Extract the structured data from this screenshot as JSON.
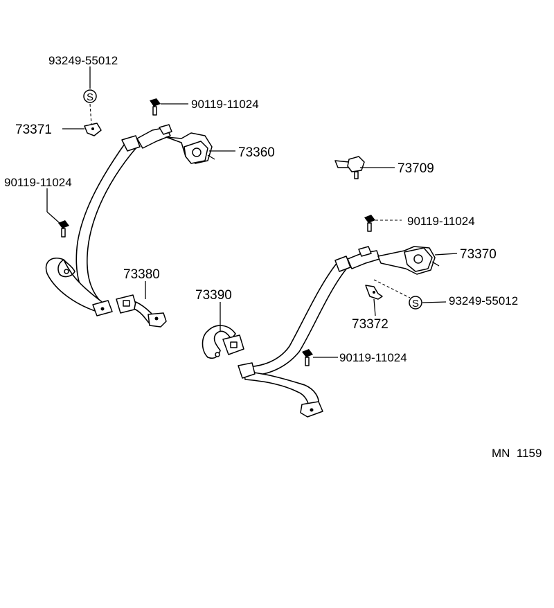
{
  "labels": {
    "clip_top_left": "93249-55012",
    "bolt_top_center": "90119-11024",
    "bracket_left": "73371",
    "retractor_left": "73360",
    "bolt_left": "90119-11024",
    "anchor_right_top": "73709",
    "bolt_right_top": "90119-11024",
    "retractor_right": "73370",
    "buckle_left": "73380",
    "buckle_center": "73390",
    "clip_right": "93249-55012",
    "bracket_right": "73372",
    "bolt_right_bottom": "90119-11024",
    "figure_code": "MN  1159"
  },
  "symbols": {
    "clip_mark": "S"
  },
  "colors": {
    "ink": "#000000",
    "paper": "#ffffff"
  }
}
